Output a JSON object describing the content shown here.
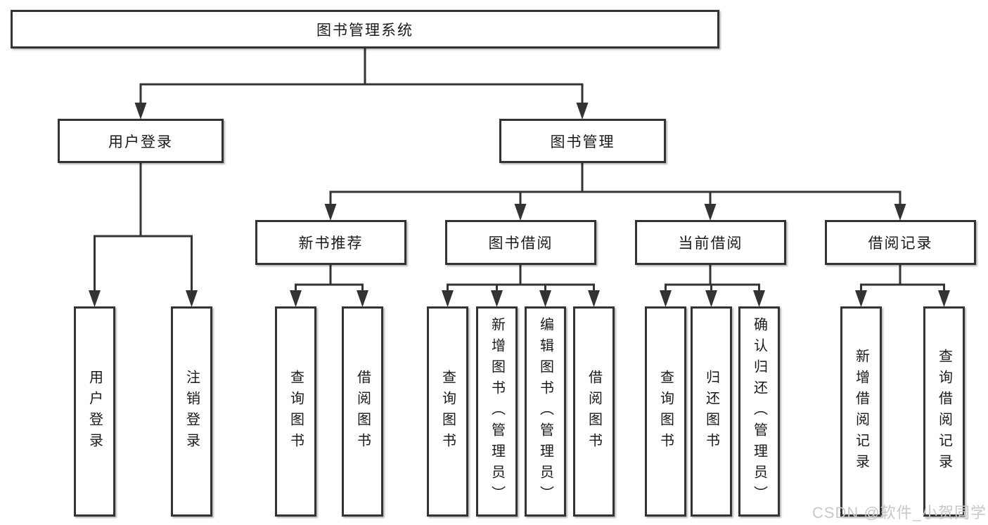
{
  "nodes": {
    "root": "图书管理系统",
    "level2": [
      "用户登录",
      "图书管理"
    ],
    "level3": [
      "新书推荐",
      "图书借阅",
      "当前借阅",
      "借阅记录"
    ],
    "leaves_login": [
      "用户登录",
      "注销登录"
    ],
    "leaves_recommend": [
      "查询图书",
      "借阅图书"
    ],
    "leaves_borrow": [
      "查询图书",
      "新增图书（管理员）",
      "编辑图书（管理员）",
      "借阅图书"
    ],
    "leaves_current": [
      "查询图书",
      "归还图书",
      "确认归还（管理员）"
    ],
    "leaves_records": [
      "新增借阅记录",
      "查询借阅记录"
    ]
  },
  "watermark": "CSDN @软件_小贺同学",
  "colors": {
    "line": "#333333",
    "text": "#1a1a1a",
    "box_background": "#ffffff",
    "watermark": "#c8c8c8",
    "background": "#ffffff"
  }
}
